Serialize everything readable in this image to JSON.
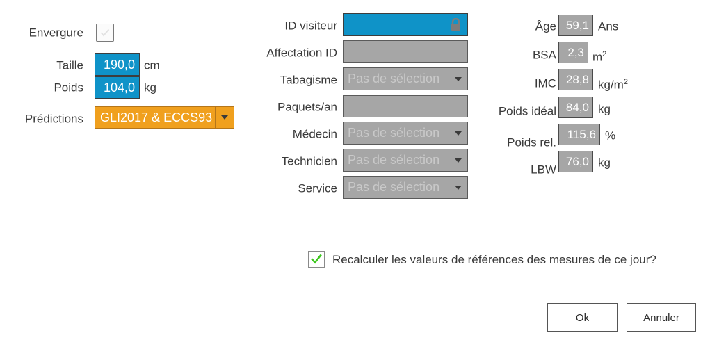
{
  "left_column": {
    "rows": [
      {
        "label": "Envergure",
        "type": "checkbox",
        "checked": false,
        "value": "",
        "unit": ""
      },
      {
        "label": "Taille",
        "type": "field-blue",
        "value": "190,0",
        "unit": "cm"
      },
      {
        "label": "Poids",
        "type": "field-blue",
        "value": "104,0",
        "unit": "kg"
      },
      {
        "label": "Prédictions",
        "type": "combo-orange",
        "value": "GLI2017 & ECCS93",
        "unit": ""
      }
    ]
  },
  "middle_column": {
    "rows": [
      {
        "label": "ID visiteur",
        "type": "field-locked",
        "value": "",
        "icon": "lock-icon"
      },
      {
        "label": "Affectation ID",
        "type": "field-gray",
        "value": ""
      },
      {
        "label": "Tabagisme",
        "type": "combo",
        "value": "Pas de sélection"
      },
      {
        "label": "Paquets/an",
        "type": "field-gray",
        "value": ""
      },
      {
        "label": "Médecin",
        "type": "combo",
        "value": "Pas de sélection"
      },
      {
        "label": "Technicien",
        "type": "combo",
        "value": "Pas de sélection"
      },
      {
        "label": "Service",
        "type": "combo",
        "value": "Pas de sélection"
      }
    ]
  },
  "right_column": {
    "rows": [
      {
        "label": "Âge",
        "value": "59,1",
        "unit": "Ans",
        "unit_sup": ""
      },
      {
        "label": "BSA",
        "value": "2,3",
        "unit": "m",
        "unit_sup": "2"
      },
      {
        "label": "IMC",
        "value": "28,8",
        "unit": "kg/m",
        "unit_sup": "2"
      },
      {
        "label": "Poids idéal",
        "value": "84,0",
        "unit": "kg",
        "unit_sup": ""
      },
      {
        "label": "Poids rel.",
        "value": "115,6",
        "unit": "%",
        "unit_sup": ""
      },
      {
        "label": "LBW",
        "value": "76,0",
        "unit": "kg",
        "unit_sup": ""
      }
    ]
  },
  "recalc": {
    "label": "Recalculer les valeurs de références des mesures de ce jour?",
    "checked": true
  },
  "buttons": {
    "ok": "Ok",
    "cancel": "Annuler"
  },
  "colors": {
    "accent_blue": "#0f93c8",
    "accent_orange": "#f0a01e",
    "disabled_gray": "#a6a6a6",
    "check_green": "#3dc81e"
  }
}
